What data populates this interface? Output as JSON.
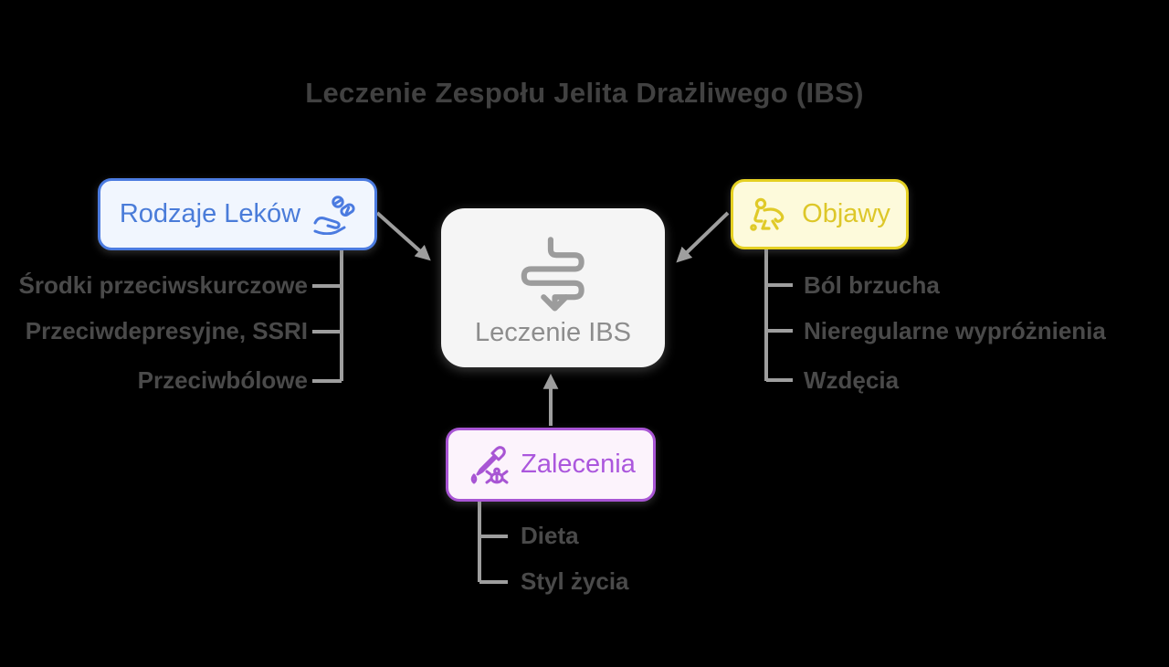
{
  "title": "Leczenie Zespołu Jelita Drażliwego (IBS)",
  "center": {
    "label": "Leczenie IBS",
    "icon": "intestine-flow-icon"
  },
  "branches": [
    {
      "id": "rodzaje-lekow",
      "label": "Rodzaje Leków",
      "icon": "hand-pills-icon",
      "accent_border": "#4b7be0",
      "accent_text": "#4a7cd9",
      "accent_bg": "#f1f6fe",
      "items": [
        "Środki przeciwskurczowe",
        "Przeciwdepresyjne, SSRI",
        "Przeciwbólowe"
      ]
    },
    {
      "id": "objawy",
      "label": "Objawy",
      "icon": "crawling-person-icon",
      "accent_border": "#e5d022",
      "accent_text": "#ddc729",
      "accent_bg": "#fdfadb",
      "items": [
        "Ból brzucha",
        "Nieregularne wypróżnienia",
        "Wzdęcia"
      ]
    },
    {
      "id": "zalecenia",
      "label": "Zalecenia",
      "icon": "dropper-bug-icon",
      "accent_border": "#a855d4",
      "accent_text": "#ab57dd",
      "accent_bg": "#fcf3fc",
      "items": [
        "Dieta",
        "Styl życia"
      ]
    }
  ],
  "colors": {
    "background": "#000000",
    "connector": "#9e9e9e",
    "center_bg": "#f5f5f5",
    "center_text": "#8d8d8d",
    "item_text": "#4a4a4a",
    "title_text": "#414141"
  }
}
